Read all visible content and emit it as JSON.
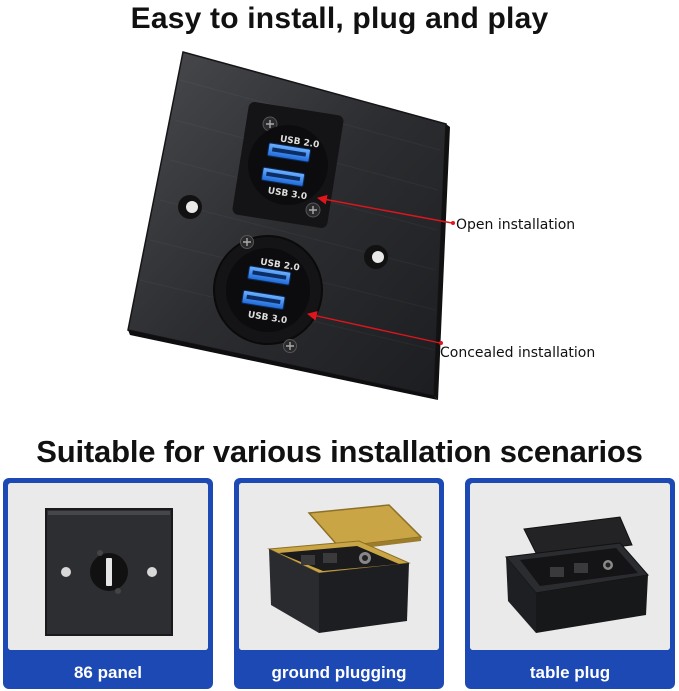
{
  "headings": {
    "top": "Easy to install, plug and play",
    "middle": "Suitable for various installation scenarios"
  },
  "product": {
    "port_upper_label": "USB 2.0",
    "port_lower_label": "USB 3.0",
    "panel_color": "#2a2b2e",
    "port_color": "#3d8ef0",
    "arrow_color": "#e0151b"
  },
  "callouts": {
    "open": "Open installation",
    "concealed": "Concealed installation"
  },
  "scenarios": [
    {
      "label": "86 panel",
      "icon": "wall-panel-icon"
    },
    {
      "label": "ground plugging",
      "icon": "floor-box-icon"
    },
    {
      "label": "table plug",
      "icon": "desk-box-icon"
    }
  ],
  "colors": {
    "card_background": "#1d49b4",
    "card_inner": "#ececec",
    "brass": "#c9a545"
  }
}
